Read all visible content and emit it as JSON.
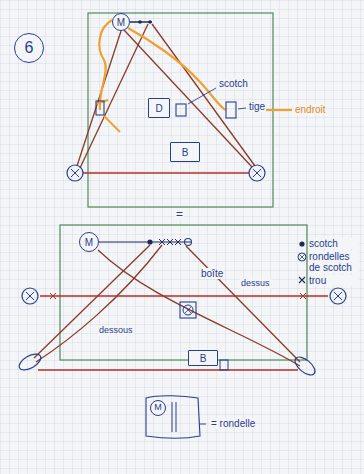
{
  "diagram": {
    "nodes": [
      {
        "text": [
          "6"
        ]
      },
      {
        "text": [
          "M"
        ]
      },
      {
        "text": [
          "D"
        ]
      },
      {
        "text": [
          "B"
        ]
      },
      {
        "text": [
          "M"
        ]
      },
      {
        "text": [
          "B"
        ]
      },
      {
        "text": [
          "M"
        ]
      }
    ],
    "labels": [
      "scotch",
      "tige",
      "endroit",
      "=",
      "boîte",
      "dessus",
      "dessous",
      "= rondelle"
    ],
    "legend": [
      {
        "text": "scotch"
      },
      {
        "text": "rondelles de scotch"
      },
      {
        "text": "trou"
      }
    ]
  }
}
